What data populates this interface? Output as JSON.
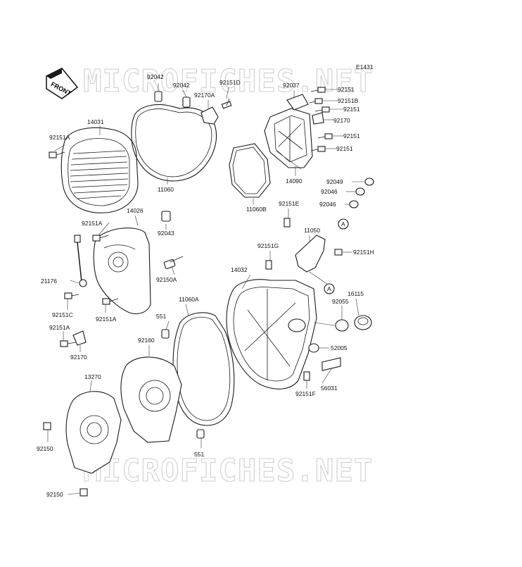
{
  "diagram": {
    "code": "E1431",
    "front_badge": "FRONT",
    "watermark": "MICROFICHES.NET",
    "callout": "A",
    "labels": [
      {
        "id": "l-92042-a",
        "text": "92042"
      },
      {
        "id": "l-92042-b",
        "text": "92042"
      },
      {
        "id": "l-92151d",
        "text": "92151D"
      },
      {
        "id": "l-92170a",
        "text": "92170A"
      },
      {
        "id": "l-92037",
        "text": "92037"
      },
      {
        "id": "l-92151-a",
        "text": "92151"
      },
      {
        "id": "l-92151b",
        "text": "92151B"
      },
      {
        "id": "l-92151-b",
        "text": "92151"
      },
      {
        "id": "l-92170-a",
        "text": "92170"
      },
      {
        "id": "l-92151-c",
        "text": "92151"
      },
      {
        "id": "l-92151-d",
        "text": "92151"
      },
      {
        "id": "l-14031",
        "text": "14031"
      },
      {
        "id": "l-92151a-a",
        "text": "92151A"
      },
      {
        "id": "l-11060",
        "text": "11060"
      },
      {
        "id": "l-11060b",
        "text": "11060B"
      },
      {
        "id": "l-14090",
        "text": "14090"
      },
      {
        "id": "l-92049",
        "text": "92049"
      },
      {
        "id": "l-92046-a",
        "text": "92046"
      },
      {
        "id": "l-92046-b",
        "text": "92046"
      },
      {
        "id": "l-14026",
        "text": "14026"
      },
      {
        "id": "l-92151a-b",
        "text": "92151A"
      },
      {
        "id": "l-92043",
        "text": "92043"
      },
      {
        "id": "l-92151e",
        "text": "92151E"
      },
      {
        "id": "l-11050",
        "text": "11050"
      },
      {
        "id": "l-92151g",
        "text": "92151G"
      },
      {
        "id": "l-92151h",
        "text": "92151H"
      },
      {
        "id": "l-14032",
        "text": "14032"
      },
      {
        "id": "l-21176",
        "text": "21176"
      },
      {
        "id": "l-92150a",
        "text": "92150A"
      },
      {
        "id": "l-16115",
        "text": "16115"
      },
      {
        "id": "l-11060a",
        "text": "11060A"
      },
      {
        "id": "l-92055",
        "text": "92055"
      },
      {
        "id": "l-92151c",
        "text": "92151C"
      },
      {
        "id": "l-551-a",
        "text": "551"
      },
      {
        "id": "l-92151a-c",
        "text": "92151A"
      },
      {
        "id": "l-92151a-d",
        "text": "92151A"
      },
      {
        "id": "l-92160",
        "text": "92160"
      },
      {
        "id": "l-52005",
        "text": "52005"
      },
      {
        "id": "l-92170-b",
        "text": "92170"
      },
      {
        "id": "l-56031",
        "text": "56031"
      },
      {
        "id": "l-13270",
        "text": "13270"
      },
      {
        "id": "l-92151f",
        "text": "92151F"
      },
      {
        "id": "l-92150-a",
        "text": "92150"
      },
      {
        "id": "l-551-b",
        "text": "551"
      },
      {
        "id": "l-92150-b",
        "text": "92150"
      }
    ]
  }
}
